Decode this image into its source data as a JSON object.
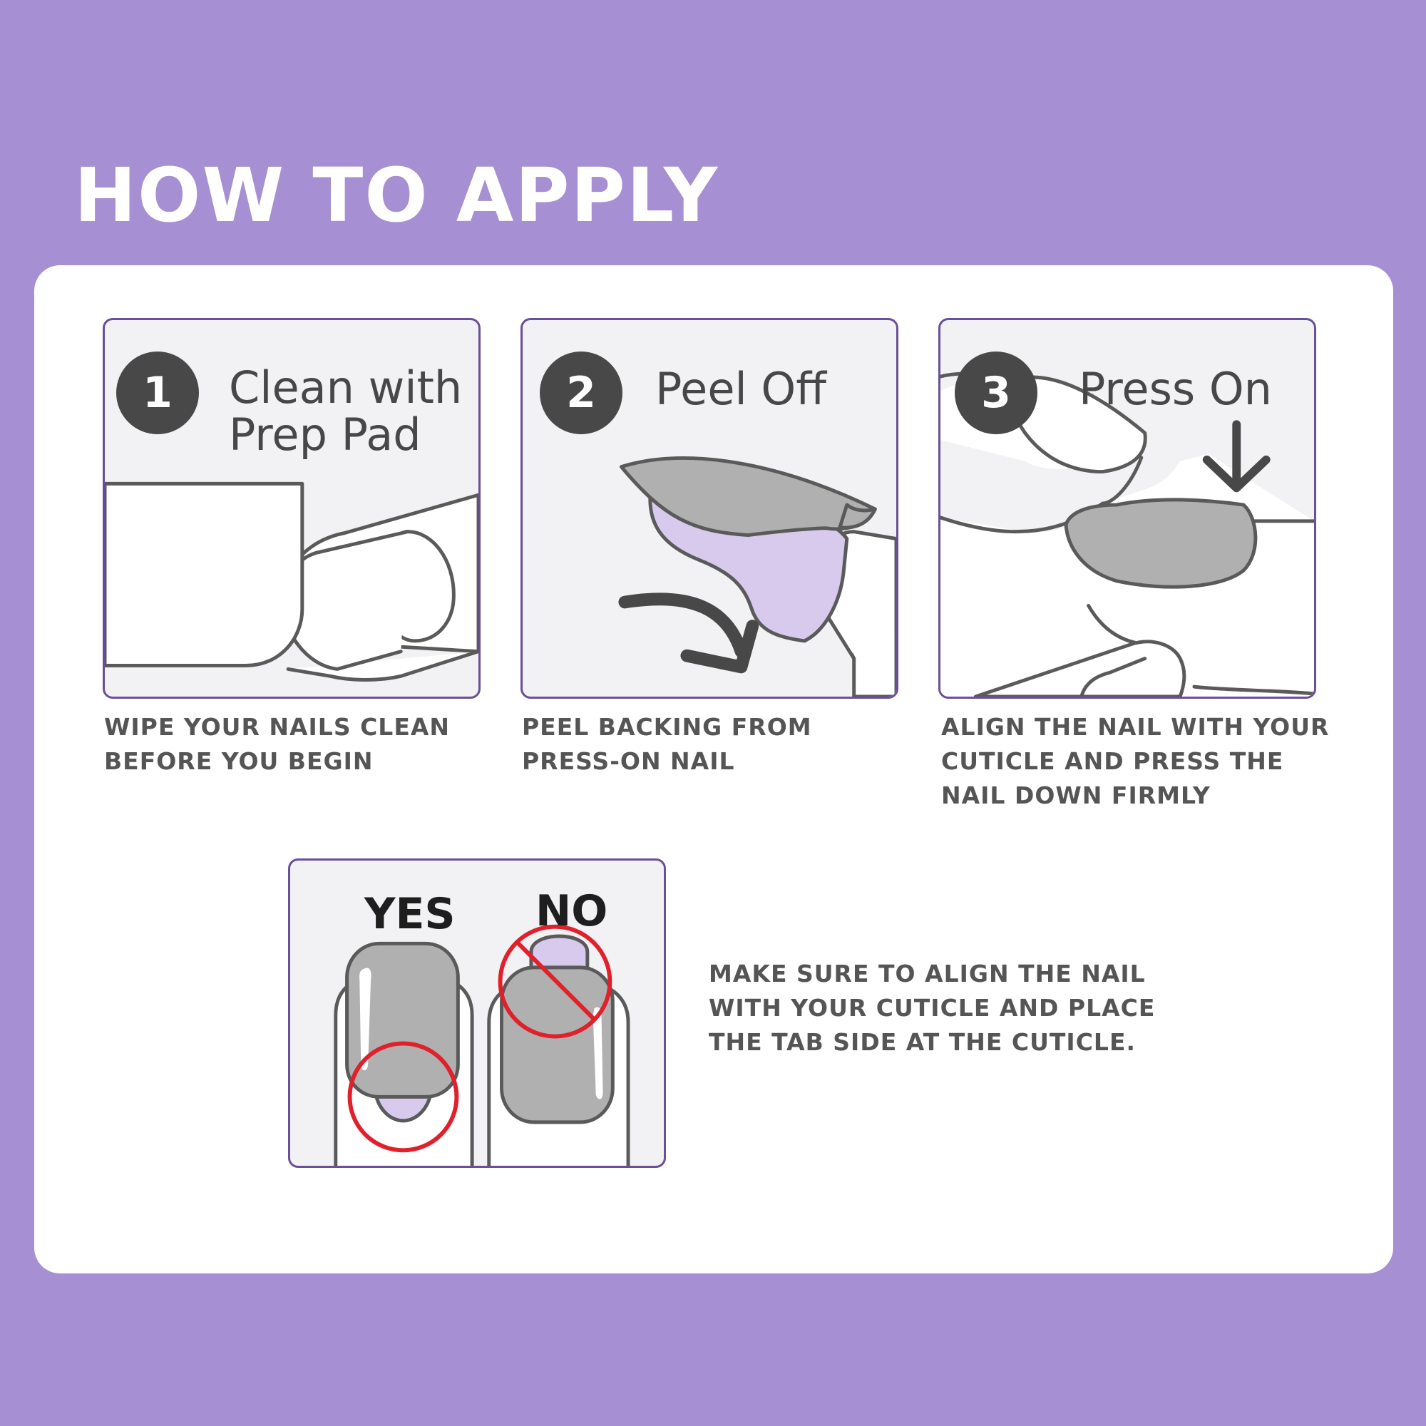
{
  "title": "HOW TO APPLY",
  "colors": {
    "background": "#a68fd2",
    "panel": "#f2f2f5",
    "panel_border": "#6a4f9a",
    "nail_gray": "#b0b0b0",
    "lavender": "#d8caec",
    "alert_red": "#e0202a",
    "badge": "#484848"
  },
  "steps": [
    {
      "number": "1",
      "title_lines": [
        "Clean with",
        "Prep Pad"
      ],
      "caption_lines": [
        "WIPE YOUR NAILS CLEAN",
        "BEFORE YOU BEGIN"
      ]
    },
    {
      "number": "2",
      "title_lines": [
        "Peel Off"
      ],
      "caption_lines": [
        "PEEL BACKING FROM",
        "PRESS-ON NAIL"
      ]
    },
    {
      "number": "3",
      "title_lines": [
        "Press On"
      ],
      "caption_lines": [
        "ALIGN THE NAIL WITH YOUR",
        "CUTICLE AND PRESS THE",
        "NAIL DOWN FIRMLY"
      ]
    }
  ],
  "comparison": {
    "yes_label": "YES",
    "no_label": "NO",
    "caption_lines": [
      "MAKE SURE TO ALIGN THE NAIL",
      "WITH YOUR CUTICLE AND PLACE",
      "THE TAB SIDE AT THE CUTICLE."
    ]
  },
  "icons": {
    "step1": "prep-pad-finger-illustration",
    "step2": "peel-backing-illustration",
    "step3": "press-nail-illustration",
    "arrow_curved": "curved-arrow-icon",
    "arrow_down": "down-arrow-icon",
    "no_symbol": "prohibition-icon"
  }
}
